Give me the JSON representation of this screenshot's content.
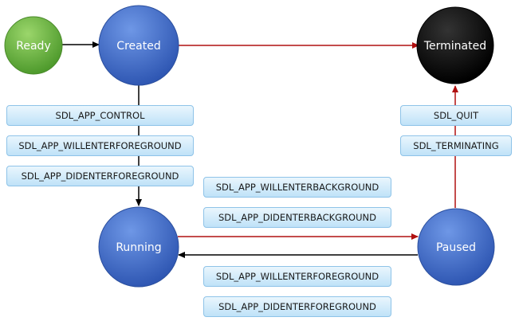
{
  "states": {
    "ready": "Ready",
    "created": "Created",
    "terminated": "Terminated",
    "running": "Running",
    "paused": "Paused"
  },
  "events": {
    "created_to_running": [
      "SDL_APP_CONTROL",
      "SDL_APP_WILLENTERFOREGROUND",
      "SDL_APP_DIDENTERFOREGROUND"
    ],
    "running_to_paused": [
      "SDL_APP_WILLENTERBACKGROUND",
      "SDL_APP_DIDENTERBACKGROUND"
    ],
    "paused_to_running": [
      "SDL_APP_WILLENTERFOREGROUND",
      "SDL_APP_DIDENTERFOREGROUND"
    ],
    "paused_to_terminated": [
      "SDL_QUIT",
      "SDL_TERMINATING"
    ]
  },
  "colors": {
    "ready_node": "#5fae3c",
    "state_node": "#3a64c0",
    "terminated_node": "#000000",
    "arrow_black": "#000000",
    "arrow_red": "#b01010"
  }
}
